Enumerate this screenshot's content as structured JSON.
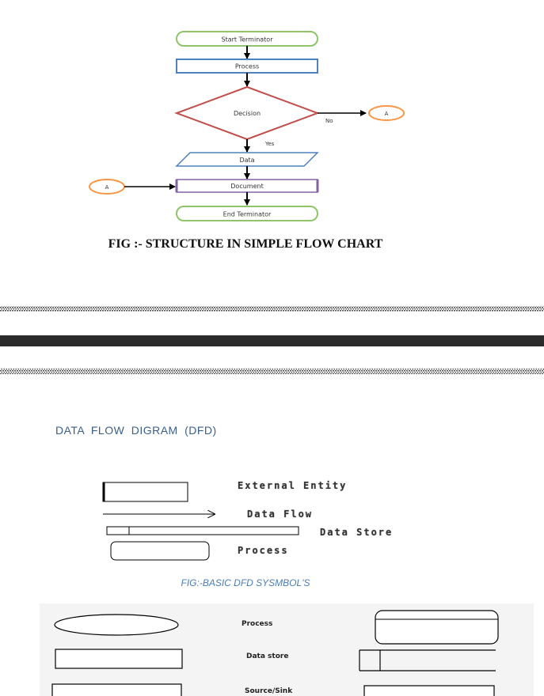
{
  "flowchart": {
    "start": "Start Terminator",
    "process": "Process",
    "decision": "Decision",
    "no_label": "No",
    "yes_label": "Yes",
    "connector_right": "A",
    "data": "Data",
    "connector_left": "A",
    "document": "Document",
    "end": "End Terminator",
    "caption": "FIG :- STRUCTURE IN SIMPLE FLOW CHART"
  },
  "dfd": {
    "title": "DATA  FLOW  DIGRAM  (DFD)",
    "symbols": [
      {
        "label": "External Entity"
      },
      {
        "label": "Data Flow"
      },
      {
        "label": "Data Store"
      },
      {
        "label": "Process"
      }
    ],
    "symbols_caption": "FIG:-BASIC DFD SYSMBOL'S",
    "table": [
      {
        "label": "Process"
      },
      {
        "label": "Data store"
      },
      {
        "label": "Source/Sink"
      }
    ]
  },
  "colors": {
    "terminator": "#8fc46a",
    "process_box": "#4f81bd",
    "decision": "#c0504d",
    "connector": "#f79646",
    "data_box": "#4f81bd",
    "document_box": "#8064a2",
    "divider_band": "#2b2b2b"
  }
}
